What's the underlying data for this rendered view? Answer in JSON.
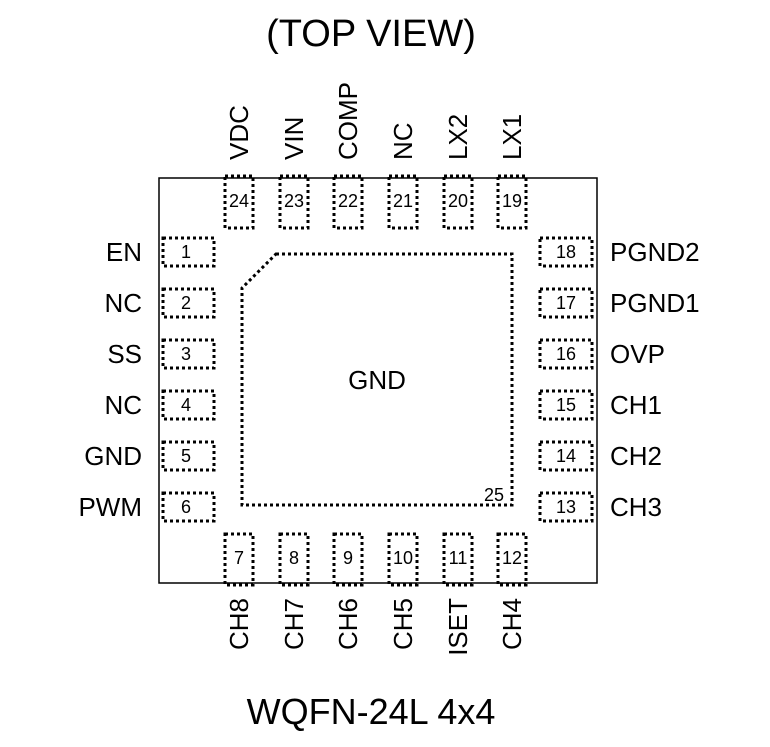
{
  "title": "(TOP VIEW)",
  "package_name": "WQFN-24L 4x4",
  "exposed_pad": {
    "label": "GND",
    "number": "25"
  },
  "pins": {
    "left": [
      {
        "number": "1",
        "name": "EN"
      },
      {
        "number": "2",
        "name": "NC"
      },
      {
        "number": "3",
        "name": "SS"
      },
      {
        "number": "4",
        "name": "NC"
      },
      {
        "number": "5",
        "name": "GND"
      },
      {
        "number": "6",
        "name": "PWM"
      }
    ],
    "bottom": [
      {
        "number": "7",
        "name": "CH8"
      },
      {
        "number": "8",
        "name": "CH7"
      },
      {
        "number": "9",
        "name": "CH6"
      },
      {
        "number": "10",
        "name": "CH5"
      },
      {
        "number": "11",
        "name": "ISET"
      },
      {
        "number": "12",
        "name": "CH4"
      }
    ],
    "right": [
      {
        "number": "13",
        "name": "CH3"
      },
      {
        "number": "14",
        "name": "CH2"
      },
      {
        "number": "15",
        "name": "CH1"
      },
      {
        "number": "16",
        "name": "OVP"
      },
      {
        "number": "17",
        "name": "PGND1"
      },
      {
        "number": "18",
        "name": "PGND2"
      }
    ],
    "top": [
      {
        "number": "19",
        "name": "LX1"
      },
      {
        "number": "20",
        "name": "LX2"
      },
      {
        "number": "21",
        "name": "NC"
      },
      {
        "number": "22",
        "name": "COMP"
      },
      {
        "number": "23",
        "name": "VIN"
      },
      {
        "number": "24",
        "name": "VDC"
      }
    ]
  }
}
